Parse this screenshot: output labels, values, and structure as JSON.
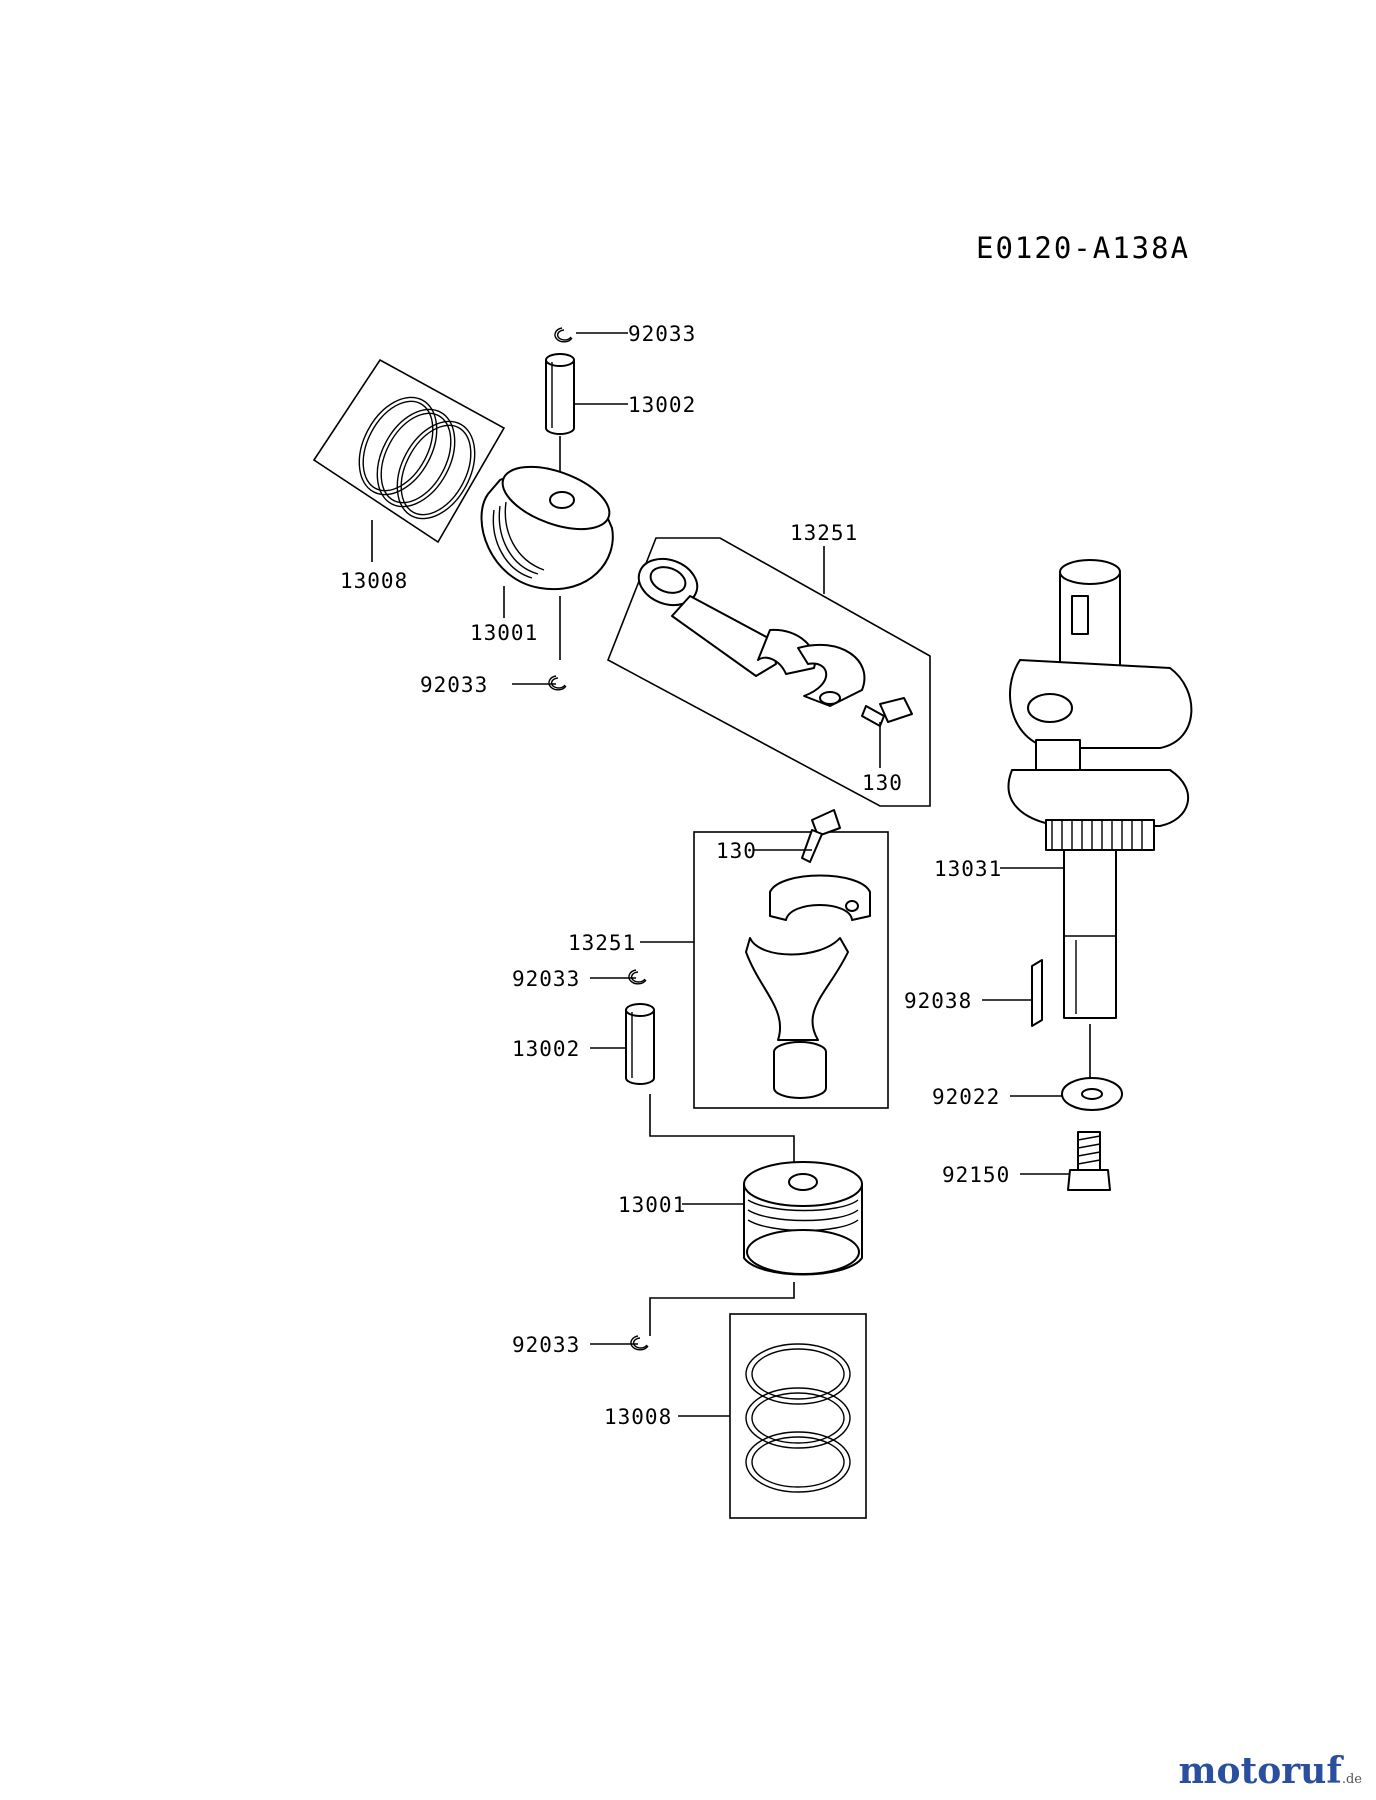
{
  "diagram_code": "E0120-A138A",
  "logo": {
    "name": "motoruf",
    "suffix": ".de"
  },
  "labels": {
    "top_clip_top": "92033",
    "top_pin": "13002",
    "top_rings": "13008",
    "top_piston": "13001",
    "top_clip_bottom": "92033",
    "top_rod": "13251",
    "top_bolt": "130",
    "crankshaft": "13031",
    "key": "92038",
    "washer": "92022",
    "crank_bolt": "92150",
    "lower_bolt": "130",
    "lower_rod": "13251",
    "lower_clip_top": "92033",
    "lower_pin": "13002",
    "lower_piston": "13001",
    "lower_clip_bottom": "92033",
    "lower_rings": "13008"
  }
}
